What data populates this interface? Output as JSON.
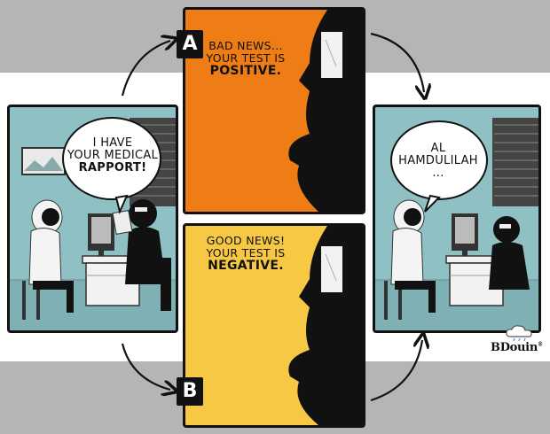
{
  "left_panel": {
    "bubble_line1": "I HAVE",
    "bubble_line2": "YOUR MEDICAL",
    "bubble_line3": "RAPPORT!"
  },
  "panel_a": {
    "badge": "A",
    "line1": "BAD NEWS...",
    "line2": "YOUR TEST IS",
    "line3": "POSITIVE."
  },
  "panel_b": {
    "badge": "B",
    "line1": "GOOD NEWS!",
    "line2": "YOUR TEST IS",
    "line3": "NEGATIVE."
  },
  "right_panel": {
    "bubble_line1": "AL",
    "bubble_line2": "HAMDULILAH",
    "bubble_line3": "..."
  },
  "brand": {
    "name": "BDouin",
    "mark": "®"
  },
  "colors": {
    "panel_a_bg": "#ef7d16",
    "panel_b_bg": "#f6c844",
    "room_bg": "#8fc1c4",
    "band": "#b5b5b5"
  }
}
